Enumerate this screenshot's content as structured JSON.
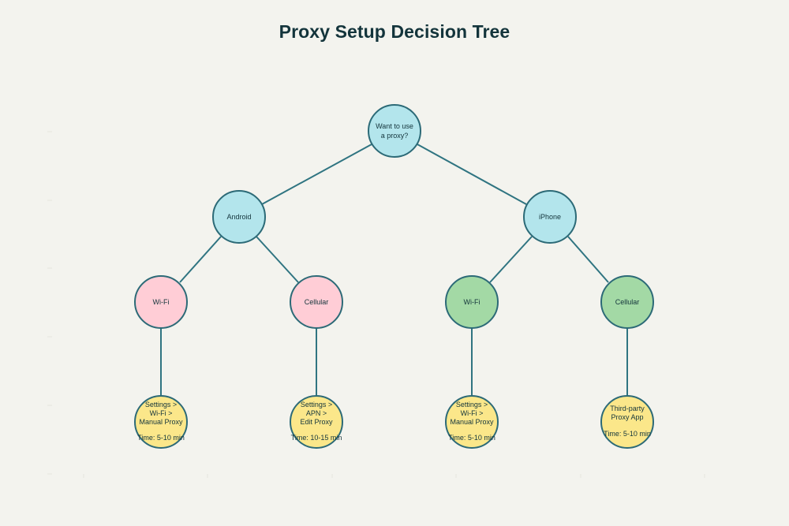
{
  "title": "Proxy Setup Decision Tree",
  "colors": {
    "background": "#f3f3ee",
    "title": "#13343b",
    "edge": "#2f7481",
    "stroke": "#2c6a77",
    "question": "#b3e5ec",
    "platform": "#b3e5ec",
    "android_connection": "#ffcdd6",
    "iphone_connection": "#a3d9a5",
    "method": "#fbe78a"
  },
  "nodes": {
    "root": {
      "lines": [
        "Want to use",
        "a proxy?"
      ]
    },
    "android": {
      "lines": [
        "Android"
      ]
    },
    "iphone": {
      "lines": [
        "iPhone"
      ]
    },
    "android_wifi": {
      "lines": [
        "Wi-Fi"
      ]
    },
    "android_cellular": {
      "lines": [
        "Cellular"
      ]
    },
    "iphone_wifi": {
      "lines": [
        "Wi-Fi"
      ]
    },
    "iphone_cellular": {
      "lines": [
        "Cellular"
      ]
    },
    "android_wifi_method": {
      "lines": [
        "Settings >",
        "Wi-Fi >",
        "Manual Proxy",
        "",
        "Time: 5-10 min"
      ]
    },
    "android_cellular_method": {
      "lines": [
        "Settings >",
        "APN >",
        "Edit Proxy",
        "",
        "Time: 10-15 min"
      ]
    },
    "iphone_wifi_method": {
      "lines": [
        "Settings >",
        "Wi-Fi >",
        "Manual Proxy",
        "",
        "Time: 5-10 min"
      ]
    },
    "iphone_cellular_method": {
      "lines": [
        "Third-party",
        "Proxy App",
        "",
        "Time: 5-10 min"
      ]
    }
  }
}
